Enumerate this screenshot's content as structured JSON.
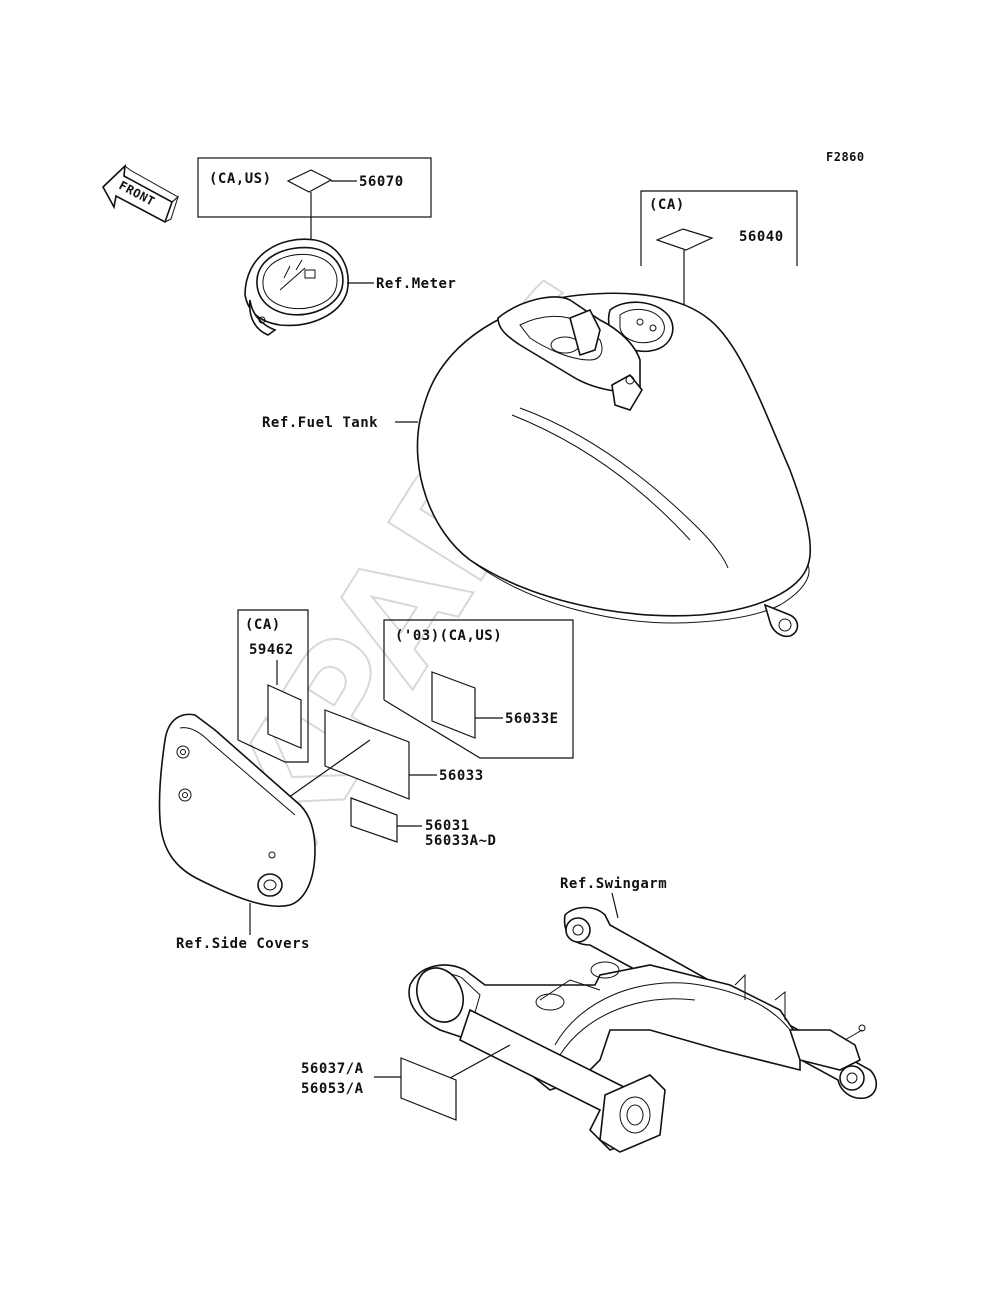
{
  "figure_code": "F2860",
  "front_arrow": {
    "text": "FRONT"
  },
  "watermark": "XPARTS",
  "meter_box": {
    "region": "(CA,US)",
    "part": "56070"
  },
  "tank_box": {
    "region": "(CA)",
    "part": "56040"
  },
  "side_box": {
    "region": "(CA)",
    "part": "59462"
  },
  "year_box": {
    "region": "('03)(CA,US)",
    "part": "56033E"
  },
  "refs": {
    "meter": "Ref.Meter",
    "fuel_tank": "Ref.Fuel Tank",
    "side_covers": "Ref.Side Covers",
    "swingarm": "Ref.Swingarm"
  },
  "parts": {
    "p56033": "56033",
    "p56031": "56031",
    "p56033ad": "56033A~D",
    "p56037": "56037/A",
    "p56053": "56053/A"
  }
}
